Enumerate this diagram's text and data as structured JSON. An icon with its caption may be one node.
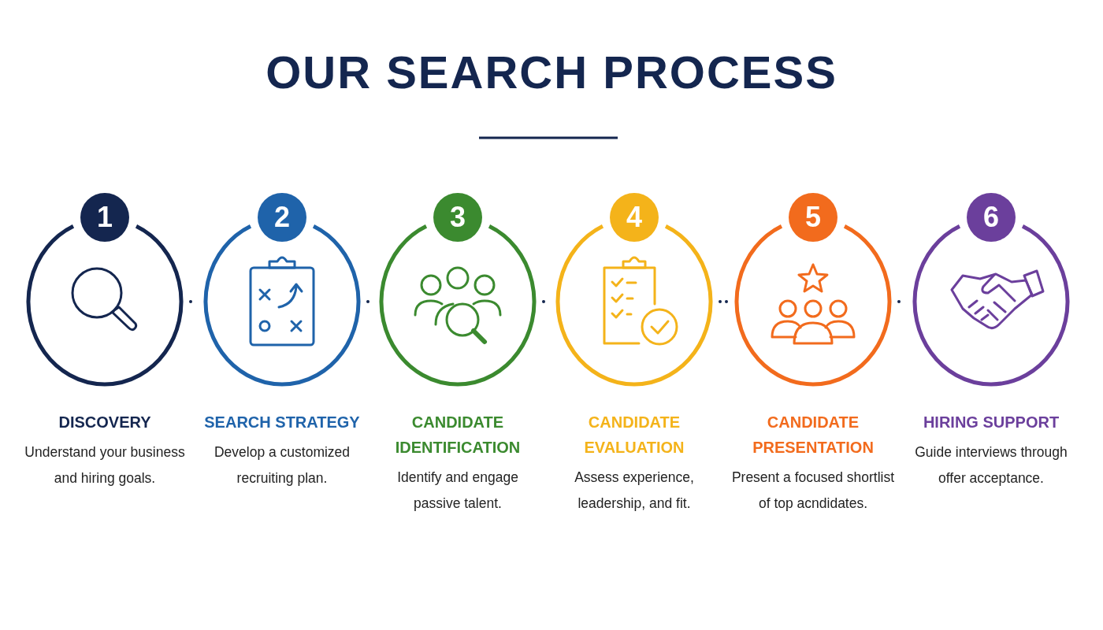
{
  "diagram": {
    "title": "OUR SEARCH PROCESS",
    "nodes": [
      {
        "text": [
          "1",
          "DISCOVERY",
          "Understand your business and hiring goals."
        ]
      },
      {
        "text": [
          "2",
          "SEARCH STRATEGY",
          "Develop a customized recruiting plan."
        ]
      },
      {
        "text": [
          "3",
          "CANDIDATE IDENTIFICATION",
          "Identify and engage passive talent."
        ]
      },
      {
        "text": [
          "4",
          "CANDIDATE EVALUATION",
          "Assess experience, leadership, and fit."
        ]
      },
      {
        "text": [
          "5",
          "CANDIDATE PRESENTATION",
          "Present a focused shortlist of top acndidates."
        ]
      },
      {
        "text": [
          "6",
          "HIRING SUPPORT",
          "Guide interviews through offer acceptance."
        ]
      }
    ],
    "edges": [
      {
        "from": 0,
        "to": 1,
        "arrow": "none"
      },
      {
        "from": 1,
        "to": 2,
        "arrow": "none"
      },
      {
        "from": 2,
        "to": 3,
        "arrow": "none"
      },
      {
        "from": 3,
        "to": 4,
        "arrow": "none"
      },
      {
        "from": 4,
        "to": 5,
        "arrow": "none"
      }
    ]
  }
}
